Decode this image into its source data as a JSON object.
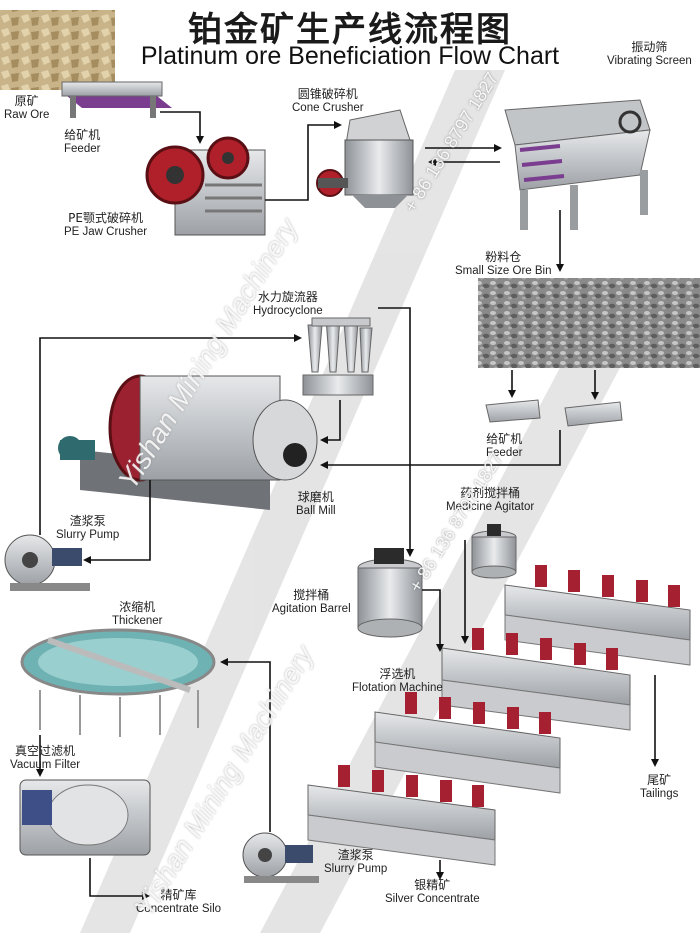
{
  "title": {
    "cn": "铂金矿生产线流程图",
    "en": "Platinum ore Beneficiation Flow Chart"
  },
  "nodes": {
    "raw_ore": {
      "cn": "原矿",
      "en": "Raw Ore"
    },
    "feeder_top": {
      "cn": "给矿机",
      "en": "Feeder"
    },
    "jaw_crusher": {
      "cn": "PE颚式破碎机",
      "en": "PE Jaw Crusher"
    },
    "cone_crusher": {
      "cn": "圆锥破碎机",
      "en": "Cone Crusher"
    },
    "vibrating_screen": {
      "cn": "振动筛",
      "en": "Vibrating Screen"
    },
    "ore_bin": {
      "cn": "粉料仓",
      "en": "Small Size Ore Bin"
    },
    "hydrocyclone": {
      "cn": "水力旋流器",
      "en": "Hydrocyclone"
    },
    "feeder_mid": {
      "cn": "给矿机",
      "en": "Feeder"
    },
    "ball_mill": {
      "cn": "球磨机",
      "en": "Ball Mill"
    },
    "slurry_pump_top": {
      "cn": "渣浆泵",
      "en": "Slurry Pump"
    },
    "medicine_agitator": {
      "cn": "药剂搅拌桶",
      "en": "Medicine Agitator"
    },
    "agitation_barrel": {
      "cn": "搅拌桶",
      "en": "Agitation Barrel"
    },
    "thickener": {
      "cn": "浓缩机",
      "en": "Thickener"
    },
    "flotation_machine": {
      "cn": "浮选机",
      "en": "Flotation Machine"
    },
    "vacuum_filter": {
      "cn": "真空过滤机",
      "en": "Vacuum Filter"
    },
    "tailings": {
      "cn": "尾矿",
      "en": "Tailings"
    },
    "slurry_pump_bottom": {
      "cn": "渣浆泵",
      "en": "Slurry Pump"
    },
    "silver_concentrate": {
      "cn": "银精矿",
      "en": "Silver Concentrate"
    },
    "concentrate_silo": {
      "cn": "精矿库",
      "en": "Concentrate Silo"
    }
  },
  "watermark": {
    "company": "Yishan Mining Machinery",
    "phone": "+ 86 136 8797 1827"
  },
  "colors": {
    "machine_red": "#b0202a",
    "steel": "#b9bcc0",
    "arrow": "#111111",
    "band": "#d8d8d8"
  }
}
